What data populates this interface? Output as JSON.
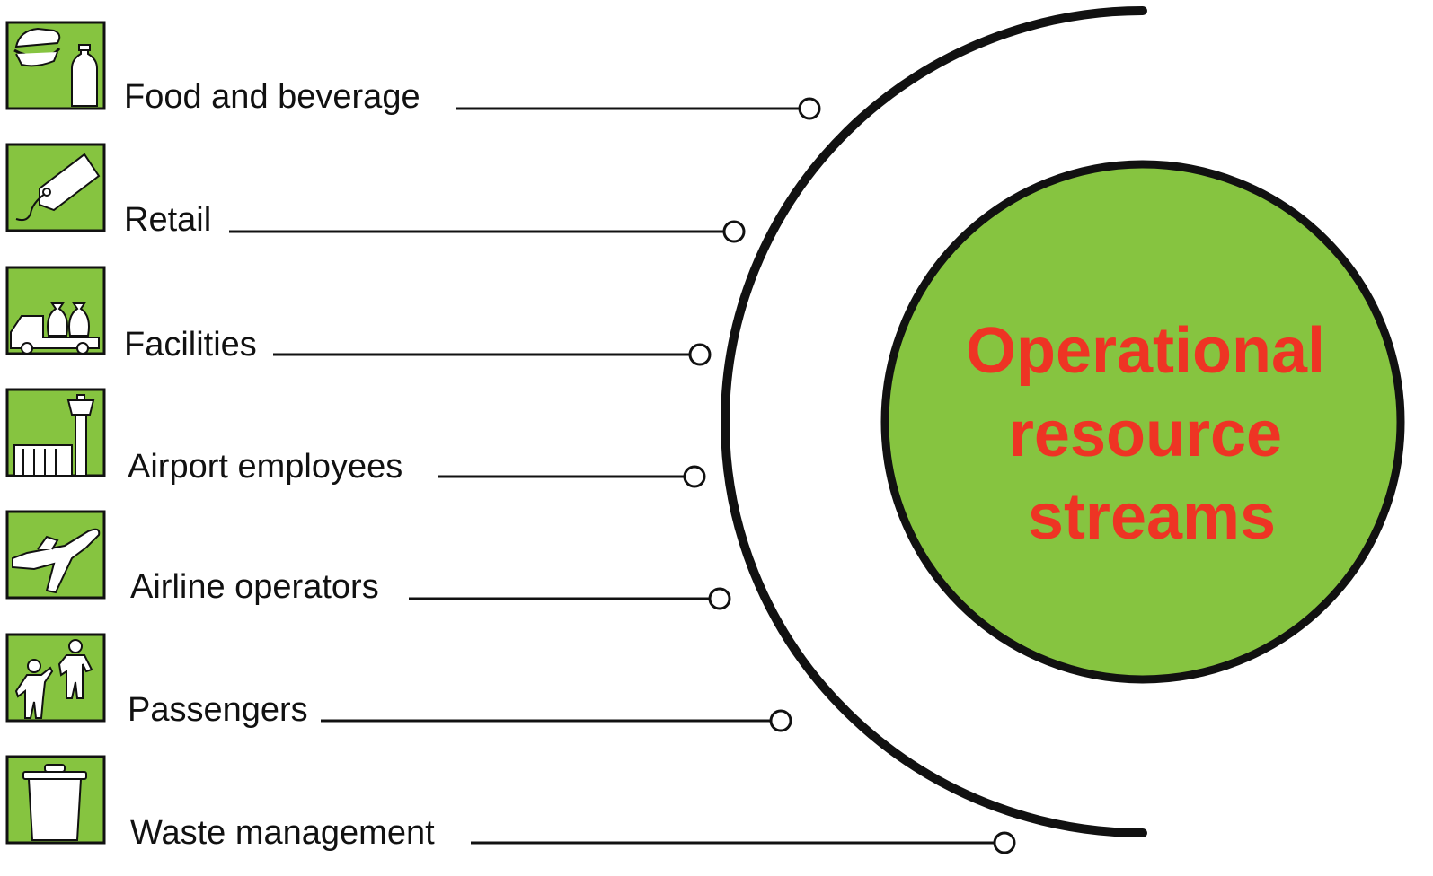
{
  "center": {
    "lines": [
      "Operational",
      "resource",
      "streams"
    ]
  },
  "streams": [
    {
      "label": "Food and beverage",
      "icon": "sandwich-bottle-icon"
    },
    {
      "label": "Retail",
      "icon": "price-tag-icon"
    },
    {
      "label": "Facilities",
      "icon": "truck-garbage-bags-icon"
    },
    {
      "label": "Airport employees",
      "icon": "control-tower-icon"
    },
    {
      "label": "Airline operators",
      "icon": "airplane-icon"
    },
    {
      "label": "Passengers",
      "icon": "people-icon"
    },
    {
      "label": "Waste management",
      "icon": "trash-bin-icon"
    }
  ],
  "colors": {
    "icon_background": "#86C440",
    "circle_fill": "#86C440",
    "center_text": "#EE3424",
    "line": "#111111"
  }
}
